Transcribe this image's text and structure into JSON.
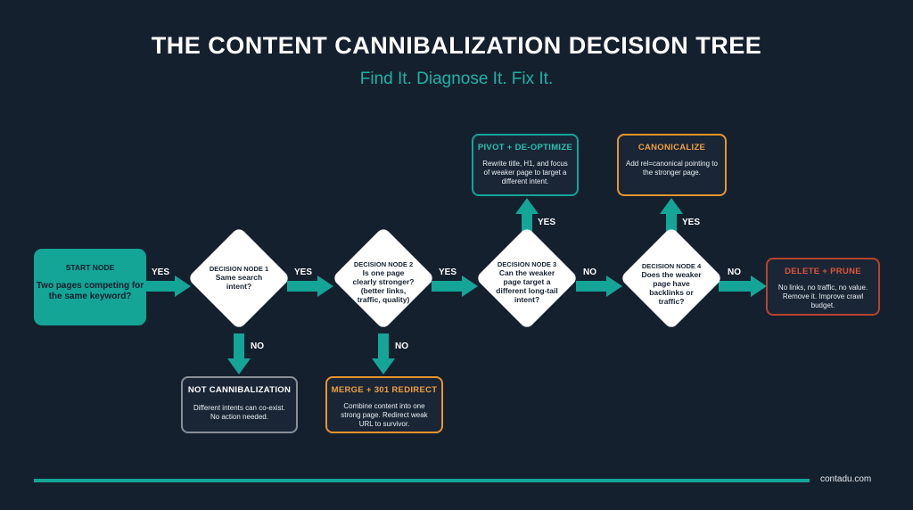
{
  "header": {
    "title": "THE CONTENT CANNIBALIZATION DECISION TREE",
    "subtitle": "Find It. Diagnose It. Fix It."
  },
  "start": {
    "heading": "START NODE",
    "body": "Two pages competing for the same keyword?"
  },
  "decisions": [
    {
      "heading": "DECISION NODE 1",
      "question": "Same search intent?"
    },
    {
      "heading": "DECISION NODE 2",
      "question": "Is one page clearly stronger? (better links, traffic, quality)"
    },
    {
      "heading": "DECISION NODE 3",
      "question": "Can the weaker page target a different long-tail intent?"
    },
    {
      "heading": "DECISION NODE 4",
      "question": "Does the weaker page have backlinks or traffic?"
    }
  ],
  "labels": {
    "yes": "YES",
    "no": "NO"
  },
  "outcomes": {
    "not_cannibalization": {
      "heading": "NOT CANNIBALIZATION",
      "body": "Different intents can co-exist. No action needed."
    },
    "merge": {
      "heading": "MERGE + 301 REDIRECT",
      "body": "Combine content into one strong page. Redirect weak URL to survivor."
    },
    "pivot": {
      "heading": "PIVOT + DE-OPTIMIZE",
      "body": "Rewrite title, H1, and focus of weaker page to target a different intent."
    },
    "canonicalize": {
      "heading": "CANONICALIZE",
      "body": "Add rel=canonical pointing to the stronger page."
    },
    "delete": {
      "heading": "DELETE + PRUNE",
      "body": "No links, no traffic, no value. Remove it. Improve crawl budget."
    }
  },
  "colors": {
    "background": "#15202f",
    "teal": "#14a597",
    "orange": "#e8952c",
    "red": "#b5432a",
    "gray": "#8a8f96",
    "diamond": "#ffffff"
  },
  "footer": {
    "site": "contadu.com"
  }
}
